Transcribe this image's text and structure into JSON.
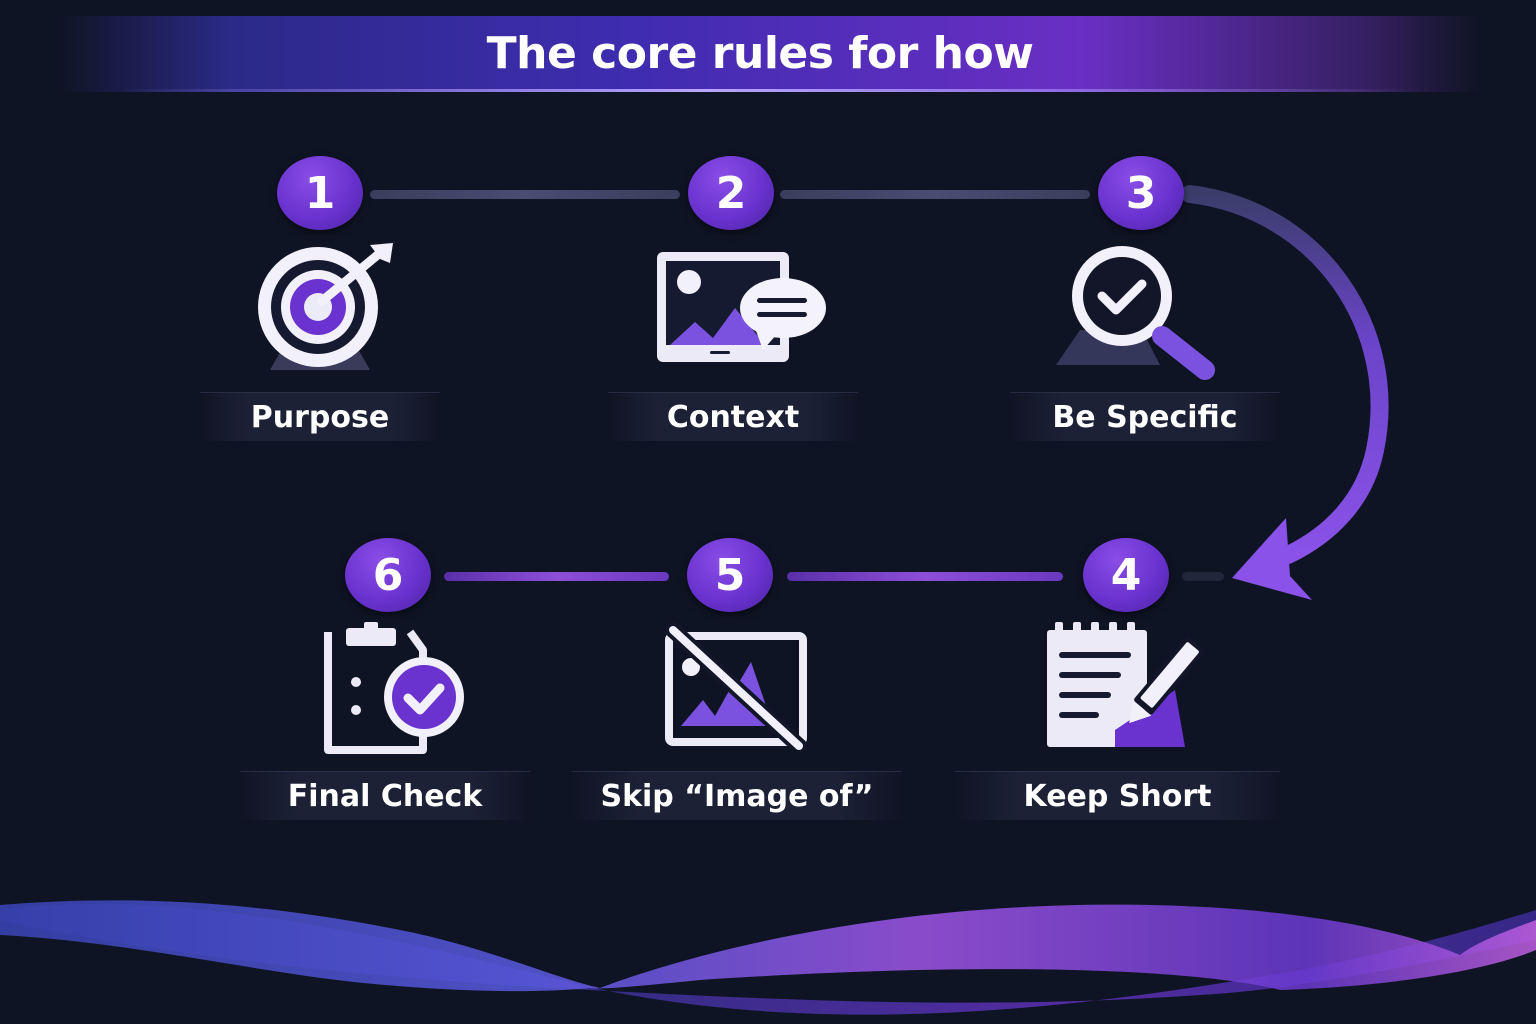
{
  "header": {
    "title": "The core rules for how"
  },
  "steps": [
    {
      "number": "1",
      "label": "Purpose",
      "icon": "target-icon"
    },
    {
      "number": "2",
      "label": "Context",
      "icon": "image-with-speech-bubble-icon"
    },
    {
      "number": "3",
      "label": "Be Specific",
      "icon": "magnifier-check-icon"
    },
    {
      "number": "4",
      "label": "Keep Short",
      "icon": "notepad-pencil-icon"
    },
    {
      "number": "5",
      "label": "Skip “Image of”",
      "icon": "image-crossed-out-icon"
    },
    {
      "number": "6",
      "label": "Final Check",
      "icon": "clipboard-check-icon"
    }
  ],
  "colors": {
    "background": "#0f1424",
    "accent": "#6a32cf",
    "accent_light": "#8e4ed8",
    "icon_white": "#f2f0fa"
  }
}
